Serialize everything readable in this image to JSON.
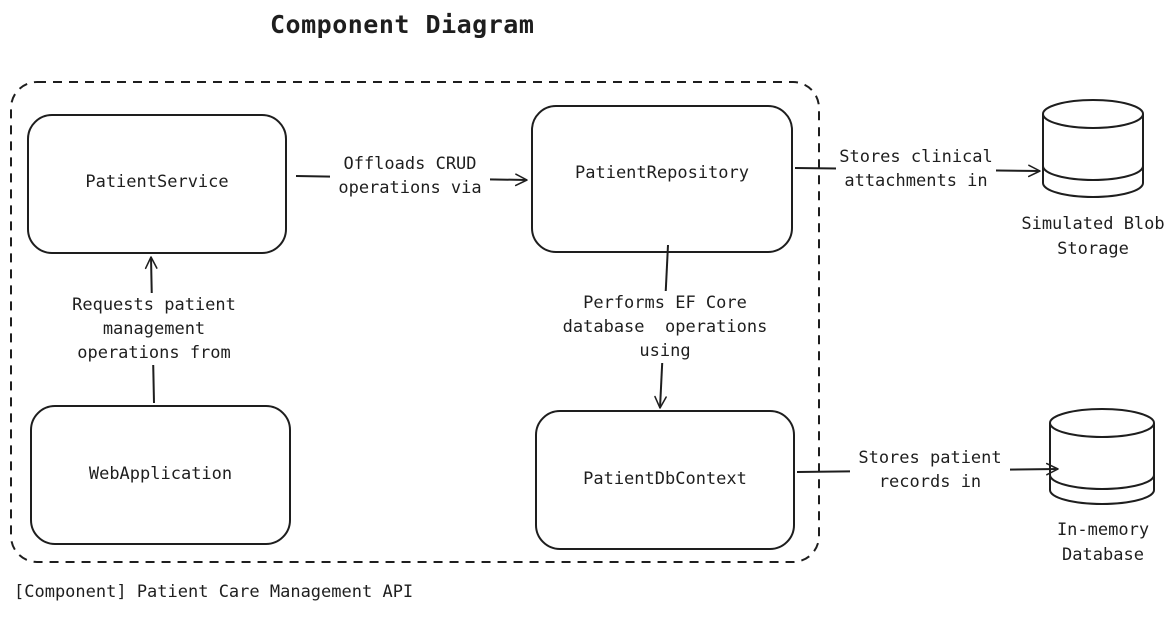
{
  "title": "Component Diagram",
  "boundary": {
    "label": "[Component] Patient Care Management API"
  },
  "components": {
    "patient_service": "PatientService",
    "patient_repository": "PatientRepository",
    "web_application": "WebApplication",
    "patient_db_context": "PatientDbContext"
  },
  "stores": {
    "blob": [
      "Simulated Blob",
      "Storage"
    ],
    "memory": [
      "In-memory",
      "Database"
    ]
  },
  "edges": {
    "service_to_repository": [
      "Offloads CRUD",
      "operations via"
    ],
    "webapp_to_service": [
      "Requests patient",
      "management",
      "operations from"
    ],
    "repository_to_dbcontext": [
      "Performs EF Core",
      "database  operations",
      "using"
    ],
    "repository_to_blob": [
      "Stores clinical",
      "attachments in"
    ],
    "dbcontext_to_memory": [
      "Stores patient",
      "records in"
    ]
  },
  "colors": {
    "stroke": "#1e1e1e",
    "background": "#ffffff"
  }
}
